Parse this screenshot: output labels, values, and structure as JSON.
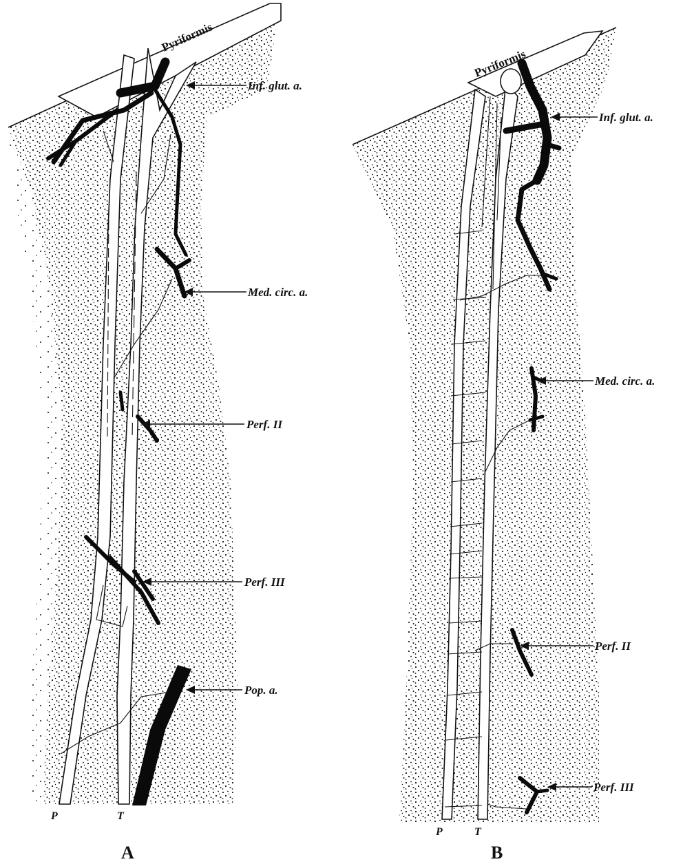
{
  "panels": [
    {
      "id": "A",
      "letter": "A",
      "muscle": "Pyriformis",
      "labels": [
        "Inf. glut. a.",
        "Med. circ. a.",
        "Perf. II",
        "Perf. III",
        "Pop. a."
      ],
      "nerve_labels": [
        "P",
        "T"
      ]
    },
    {
      "id": "B",
      "letter": "B",
      "muscle": "Pyriformis",
      "labels": [
        "Inf. glut. a.",
        "Med. circ. a.",
        "Perf. II",
        "Perf. III"
      ],
      "nerve_labels": [
        "P",
        "T"
      ]
    }
  ],
  "colors": {
    "ink": "#111111",
    "paper": "#ffffff"
  }
}
